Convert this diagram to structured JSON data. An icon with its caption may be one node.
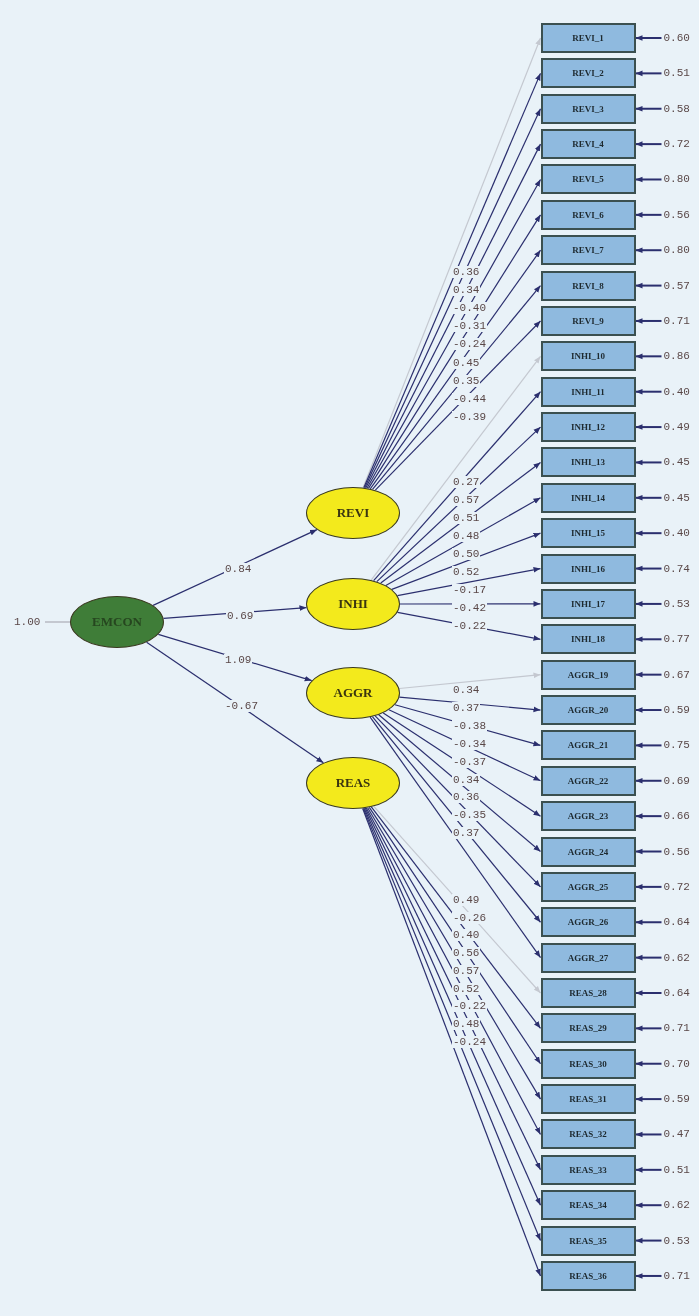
{
  "diagram": {
    "nodes": [
      {
        "text": [
          "EMCON"
        ]
      },
      {
        "text": [
          "REVI"
        ]
      },
      {
        "text": [
          "INHI"
        ]
      },
      {
        "text": [
          "AGGR"
        ]
      },
      {
        "text": [
          "REAS"
        ]
      },
      {
        "text": [
          "REVI_1"
        ]
      },
      {
        "text": [
          "REVI_2"
        ]
      },
      {
        "text": [
          "REVI_3"
        ]
      },
      {
        "text": [
          "REVI_4"
        ]
      },
      {
        "text": [
          "REVI_5"
        ]
      },
      {
        "text": [
          "REVI_6"
        ]
      },
      {
        "text": [
          "REVI_7"
        ]
      },
      {
        "text": [
          "REVI_8"
        ]
      },
      {
        "text": [
          "REVI_9"
        ]
      },
      {
        "text": [
          "INHI_10"
        ]
      },
      {
        "text": [
          "INHI_11"
        ]
      },
      {
        "text": [
          "INHI_12"
        ]
      },
      {
        "text": [
          "INHI_13"
        ]
      },
      {
        "text": [
          "INHI_14"
        ]
      },
      {
        "text": [
          "INHI_15"
        ]
      },
      {
        "text": [
          "INHI_16"
        ]
      },
      {
        "text": [
          "INHI_17"
        ]
      },
      {
        "text": [
          "INHI_18"
        ]
      },
      {
        "text": [
          "AGGR_19"
        ]
      },
      {
        "text": [
          "AGGR_20"
        ]
      },
      {
        "text": [
          "AGGR_21"
        ]
      },
      {
        "text": [
          "AGGR_22"
        ]
      },
      {
        "text": [
          "AGGR_23"
        ]
      },
      {
        "text": [
          "AGGR_24"
        ]
      },
      {
        "text": [
          "AGGR_25"
        ]
      },
      {
        "text": [
          "AGGR_26"
        ]
      },
      {
        "text": [
          "AGGR_27"
        ]
      },
      {
        "text": [
          "REAS_28"
        ]
      },
      {
        "text": [
          "REAS_29"
        ]
      },
      {
        "text": [
          "REAS_30"
        ]
      },
      {
        "text": [
          "REAS_31"
        ]
      },
      {
        "text": [
          "REAS_32"
        ]
      },
      {
        "text": [
          "REAS_33"
        ]
      },
      {
        "text": [
          "REAS_34"
        ]
      },
      {
        "text": [
          "REAS_35"
        ]
      },
      {
        "text": [
          "REAS_36"
        ]
      }
    ],
    "edges": [
      {
        "from": 0,
        "to": 1,
        "arrow": "to",
        "label": "0.84"
      },
      {
        "from": 0,
        "to": 2,
        "arrow": "to",
        "label": "0.69"
      },
      {
        "from": 0,
        "to": 3,
        "arrow": "to",
        "label": "1.09"
      },
      {
        "from": 0,
        "to": 4,
        "arrow": "to",
        "label": "-0.67"
      },
      {
        "from": 1,
        "to": 5,
        "arrow": "to",
        "label": "0.36",
        "color": "#c4c8d0"
      },
      {
        "from": 1,
        "to": 6,
        "arrow": "to",
        "label": "0.34"
      },
      {
        "from": 1,
        "to": 7,
        "arrow": "to",
        "label": "-0.40"
      },
      {
        "from": 1,
        "to": 8,
        "arrow": "to",
        "label": "-0.31"
      },
      {
        "from": 1,
        "to": 9,
        "arrow": "to",
        "label": "-0.24"
      },
      {
        "from": 1,
        "to": 10,
        "arrow": "to",
        "label": "0.45"
      },
      {
        "from": 1,
        "to": 11,
        "arrow": "to",
        "label": "0.35"
      },
      {
        "from": 1,
        "to": 12,
        "arrow": "to",
        "label": "-0.44"
      },
      {
        "from": 1,
        "to": 13,
        "arrow": "to",
        "label": "-0.39"
      },
      {
        "from": 2,
        "to": 14,
        "arrow": "to",
        "label": "0.27",
        "color": "#c4c8d0"
      },
      {
        "from": 2,
        "to": 15,
        "arrow": "to",
        "label": "0.57"
      },
      {
        "from": 2,
        "to": 16,
        "arrow": "to",
        "label": "0.51"
      },
      {
        "from": 2,
        "to": 17,
        "arrow": "to",
        "label": "0.48"
      },
      {
        "from": 2,
        "to": 18,
        "arrow": "to",
        "label": "0.50"
      },
      {
        "from": 2,
        "to": 19,
        "arrow": "to",
        "label": "0.52"
      },
      {
        "from": 2,
        "to": 20,
        "arrow": "to",
        "label": "-0.17"
      },
      {
        "from": 2,
        "to": 21,
        "arrow": "to",
        "label": "-0.42"
      },
      {
        "from": 2,
        "to": 22,
        "arrow": "to",
        "label": "-0.22"
      },
      {
        "from": 3,
        "to": 23,
        "arrow": "to",
        "label": "0.34",
        "color": "#c4c8d0"
      },
      {
        "from": 3,
        "to": 24,
        "arrow": "to",
        "label": "0.37"
      },
      {
        "from": 3,
        "to": 25,
        "arrow": "to",
        "label": "-0.38"
      },
      {
        "from": 3,
        "to": 26,
        "arrow": "to",
        "label": "-0.34"
      },
      {
        "from": 3,
        "to": 27,
        "arrow": "to",
        "label": "-0.37"
      },
      {
        "from": 3,
        "to": 28,
        "arrow": "to",
        "label": "0.34"
      },
      {
        "from": 3,
        "to": 29,
        "arrow": "to",
        "label": "0.36"
      },
      {
        "from": 3,
        "to": 30,
        "arrow": "to",
        "label": "-0.35"
      },
      {
        "from": 3,
        "to": 31,
        "arrow": "to",
        "label": "0.37"
      },
      {
        "from": 4,
        "to": 32,
        "arrow": "to",
        "label": "0.49",
        "color": "#c4c8d0"
      },
      {
        "from": 4,
        "to": 33,
        "arrow": "to",
        "label": "-0.26"
      },
      {
        "from": 4,
        "to": 34,
        "arrow": "to",
        "label": "0.40"
      },
      {
        "from": 4,
        "to": 35,
        "arrow": "to",
        "label": "0.56"
      },
      {
        "from": 4,
        "to": 36,
        "arrow": "to",
        "label": "0.57"
      },
      {
        "from": 4,
        "to": 37,
        "arrow": "to",
        "label": "0.52"
      },
      {
        "from": 4,
        "to": 38,
        "arrow": "to",
        "label": "-0.22"
      },
      {
        "from": 4,
        "to": 39,
        "arrow": "to",
        "label": "0.48"
      },
      {
        "from": 4,
        "to": 40,
        "arrow": "to",
        "label": "-0.24"
      },
      {
        "from": null,
        "to": 0,
        "arrow": "none",
        "label": "1.00",
        "color": "#c4c8d0"
      },
      {
        "from": null,
        "to": 5,
        "arrow": "to",
        "label": "0.60"
      },
      {
        "from": null,
        "to": 6,
        "arrow": "to",
        "label": "0.51"
      },
      {
        "from": null,
        "to": 7,
        "arrow": "to",
        "label": "0.58"
      },
      {
        "from": null,
        "to": 8,
        "arrow": "to",
        "label": "0.72"
      },
      {
        "from": null,
        "to": 9,
        "arrow": "to",
        "label": "0.80"
      },
      {
        "from": null,
        "to": 10,
        "arrow": "to",
        "label": "0.56"
      },
      {
        "from": null,
        "to": 11,
        "arrow": "to",
        "label": "0.80"
      },
      {
        "from": null,
        "to": 12,
        "arrow": "to",
        "label": "0.57"
      },
      {
        "from": null,
        "to": 13,
        "arrow": "to",
        "label": "0.71"
      },
      {
        "from": null,
        "to": 14,
        "arrow": "to",
        "label": "0.86"
      },
      {
        "from": null,
        "to": 15,
        "arrow": "to",
        "label": "0.40"
      },
      {
        "from": null,
        "to": 16,
        "arrow": "to",
        "label": "0.49"
      },
      {
        "from": null,
        "to": 17,
        "arrow": "to",
        "label": "0.45"
      },
      {
        "from": null,
        "to": 18,
        "arrow": "to",
        "label": "0.45"
      },
      {
        "from": null,
        "to": 19,
        "arrow": "to",
        "label": "0.40"
      },
      {
        "from": null,
        "to": 20,
        "arrow": "to",
        "label": "0.74"
      },
      {
        "from": null,
        "to": 21,
        "arrow": "to",
        "label": "0.53"
      },
      {
        "from": null,
        "to": 22,
        "arrow": "to",
        "label": "0.77"
      },
      {
        "from": null,
        "to": 23,
        "arrow": "to",
        "label": "0.67"
      },
      {
        "from": null,
        "to": 24,
        "arrow": "to",
        "label": "0.59"
      },
      {
        "from": null,
        "to": 25,
        "arrow": "to",
        "label": "0.75"
      },
      {
        "from": null,
        "to": 26,
        "arrow": "to",
        "label": "0.69"
      },
      {
        "from": null,
        "to": 27,
        "arrow": "to",
        "label": "0.66"
      },
      {
        "from": null,
        "to": 28,
        "arrow": "to",
        "label": "0.56"
      },
      {
        "from": null,
        "to": 29,
        "arrow": "to",
        "label": "0.72"
      },
      {
        "from": null,
        "to": 30,
        "arrow": "to",
        "label": "0.64"
      },
      {
        "from": null,
        "to": 31,
        "arrow": "to",
        "label": "0.62"
      },
      {
        "from": null,
        "to": 32,
        "arrow": "to",
        "label": "0.64"
      },
      {
        "from": null,
        "to": 33,
        "arrow": "to",
        "label": "0.71"
      },
      {
        "from": null,
        "to": 34,
        "arrow": "to",
        "label": "0.70"
      },
      {
        "from": null,
        "to": 35,
        "arrow": "to",
        "label": "0.59"
      },
      {
        "from": null,
        "to": 36,
        "arrow": "to",
        "label": "0.47"
      },
      {
        "from": null,
        "to": 37,
        "arrow": "to",
        "label": "0.51"
      },
      {
        "from": null,
        "to": 38,
        "arrow": "to",
        "label": "0.62"
      },
      {
        "from": null,
        "to": 39,
        "arrow": "to",
        "label": "0.53"
      },
      {
        "from": null,
        "to": 40,
        "arrow": "to",
        "label": "0.71"
      }
    ]
  }
}
